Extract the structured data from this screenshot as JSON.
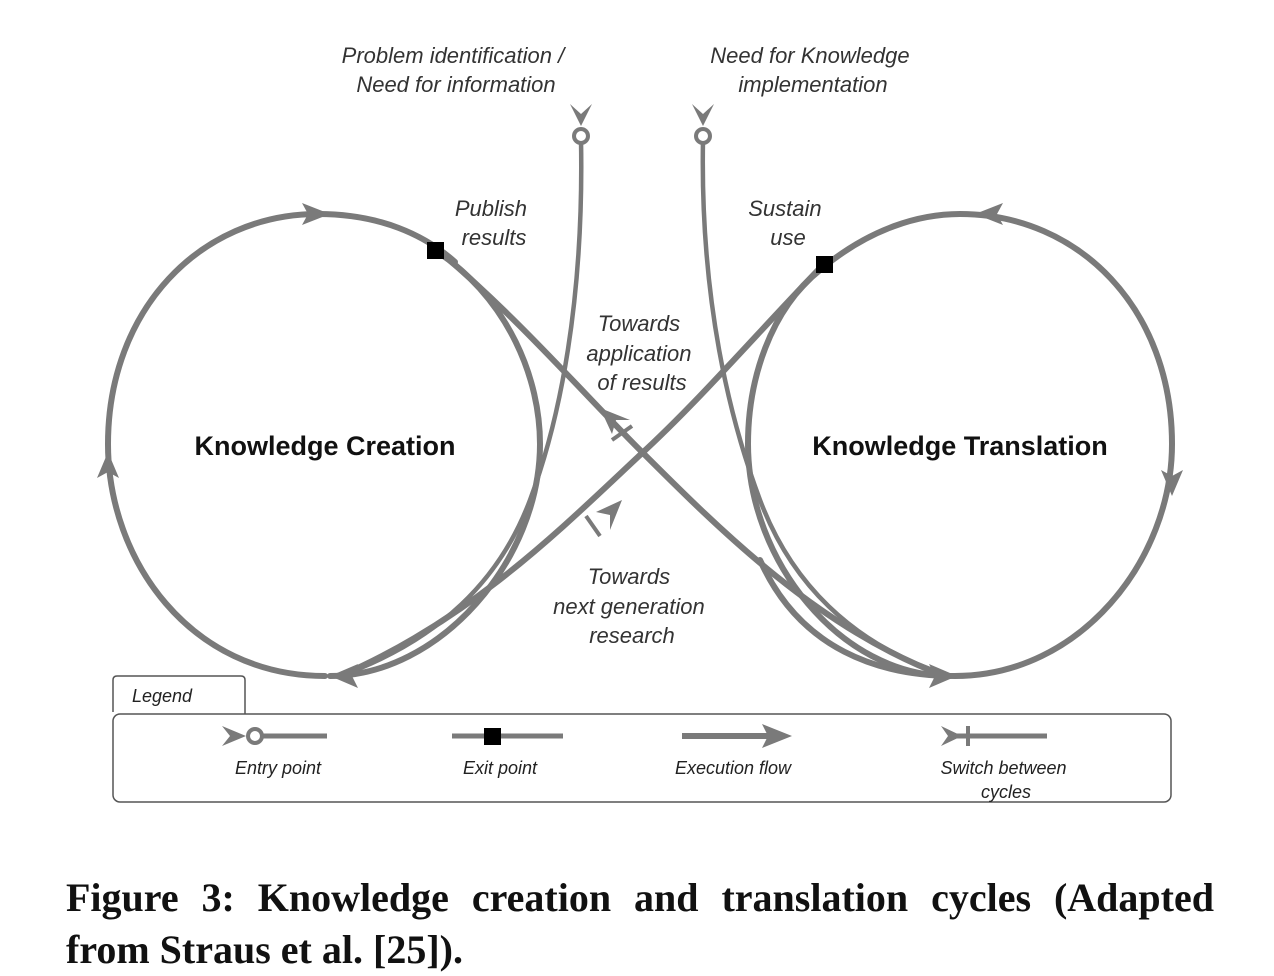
{
  "cycles": {
    "creation": "Knowledge Creation",
    "translation": "Knowledge Translation"
  },
  "entries": {
    "problem": [
      "Problem identification /",
      "Need for information"
    ],
    "implementation": [
      "Need for Knowledge",
      "implementation"
    ]
  },
  "exits": {
    "publish": [
      "Publish",
      "results"
    ],
    "sustain": [
      "Sustain",
      "use"
    ]
  },
  "switches": {
    "application": [
      "Towards",
      "application",
      "of results"
    ],
    "next_generation": [
      "Towards",
      "next generation",
      "research"
    ]
  },
  "legend": {
    "title": "Legend",
    "entry": "Entry point",
    "exit": "Exit point",
    "flow": "Execution flow",
    "switch": [
      "Switch between",
      "cycles"
    ]
  },
  "caption": "Figure 3: Knowledge creation and translation cycles (Adapted from Straus et al. [25]).",
  "colors": {
    "line": "#7a7a7a",
    "marker": "#000000"
  }
}
